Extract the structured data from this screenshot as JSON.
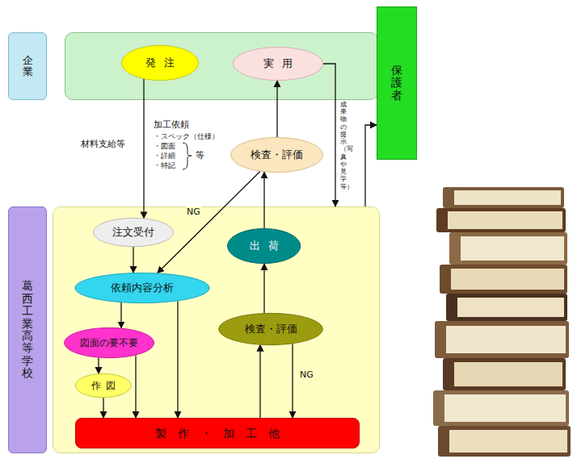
{
  "diagram": {
    "nodes": [
      {
        "text": [
          "企業"
        ]
      },
      {
        "text": [
          "発注"
        ],
        "in": 0
      },
      {
        "text": [
          "実用"
        ],
        "in": 0
      },
      {
        "text": [
          "保護者"
        ]
      },
      {
        "text": [
          "検査・評価"
        ]
      },
      {
        "text": [
          "葛西工業高等学校"
        ]
      },
      {
        "text": [
          "注文受付"
        ],
        "in": 5
      },
      {
        "text": [
          "出荷"
        ],
        "in": 5
      },
      {
        "text": [
          "依頼内容分析"
        ],
        "in": 5
      },
      {
        "text": [
          "検査・評価"
        ],
        "in": 5
      },
      {
        "text": [
          "図面の要不要"
        ],
        "in": 5
      },
      {
        "text": [
          "作図"
        ],
        "in": 5
      },
      {
        "text": [
          "製作・加工他"
        ],
        "in": 5
      }
    ],
    "edges": [
      {
        "from": 1,
        "to": 6,
        "arrow": "to"
      },
      {
        "from": 6,
        "to": 8,
        "arrow": "to"
      },
      {
        "from": 8,
        "to": 10,
        "arrow": "to"
      },
      {
        "from": 8,
        "to": 12,
        "arrow": "to"
      },
      {
        "from": 10,
        "to": 11,
        "arrow": "to"
      },
      {
        "from": 10,
        "to": 12,
        "arrow": "to"
      },
      {
        "from": 11,
        "to": 12,
        "arrow": "to"
      },
      {
        "from": 12,
        "to": 9,
        "arrow": "to"
      },
      {
        "from": 9,
        "to": 12,
        "arrow": "to",
        "label": "NG"
      },
      {
        "from": 9,
        "to": 7,
        "arrow": "to"
      },
      {
        "from": 7,
        "to": 4,
        "arrow": "to"
      },
      {
        "from": 4,
        "to": 2,
        "arrow": "to"
      },
      {
        "from": 4,
        "to": 8,
        "arrow": "to",
        "label": "NG"
      },
      {
        "from": 2,
        "to": 5,
        "arrow": "to"
      },
      {
        "from": 5,
        "to": 3,
        "arrow": "to"
      }
    ],
    "labels": [
      "材料支給等",
      "加工依頼",
      "・スペック（仕様）",
      "・図面",
      "・詳細",
      "・特記",
      "等",
      "成果物の提示（写真や見学等）"
    ]
  }
}
